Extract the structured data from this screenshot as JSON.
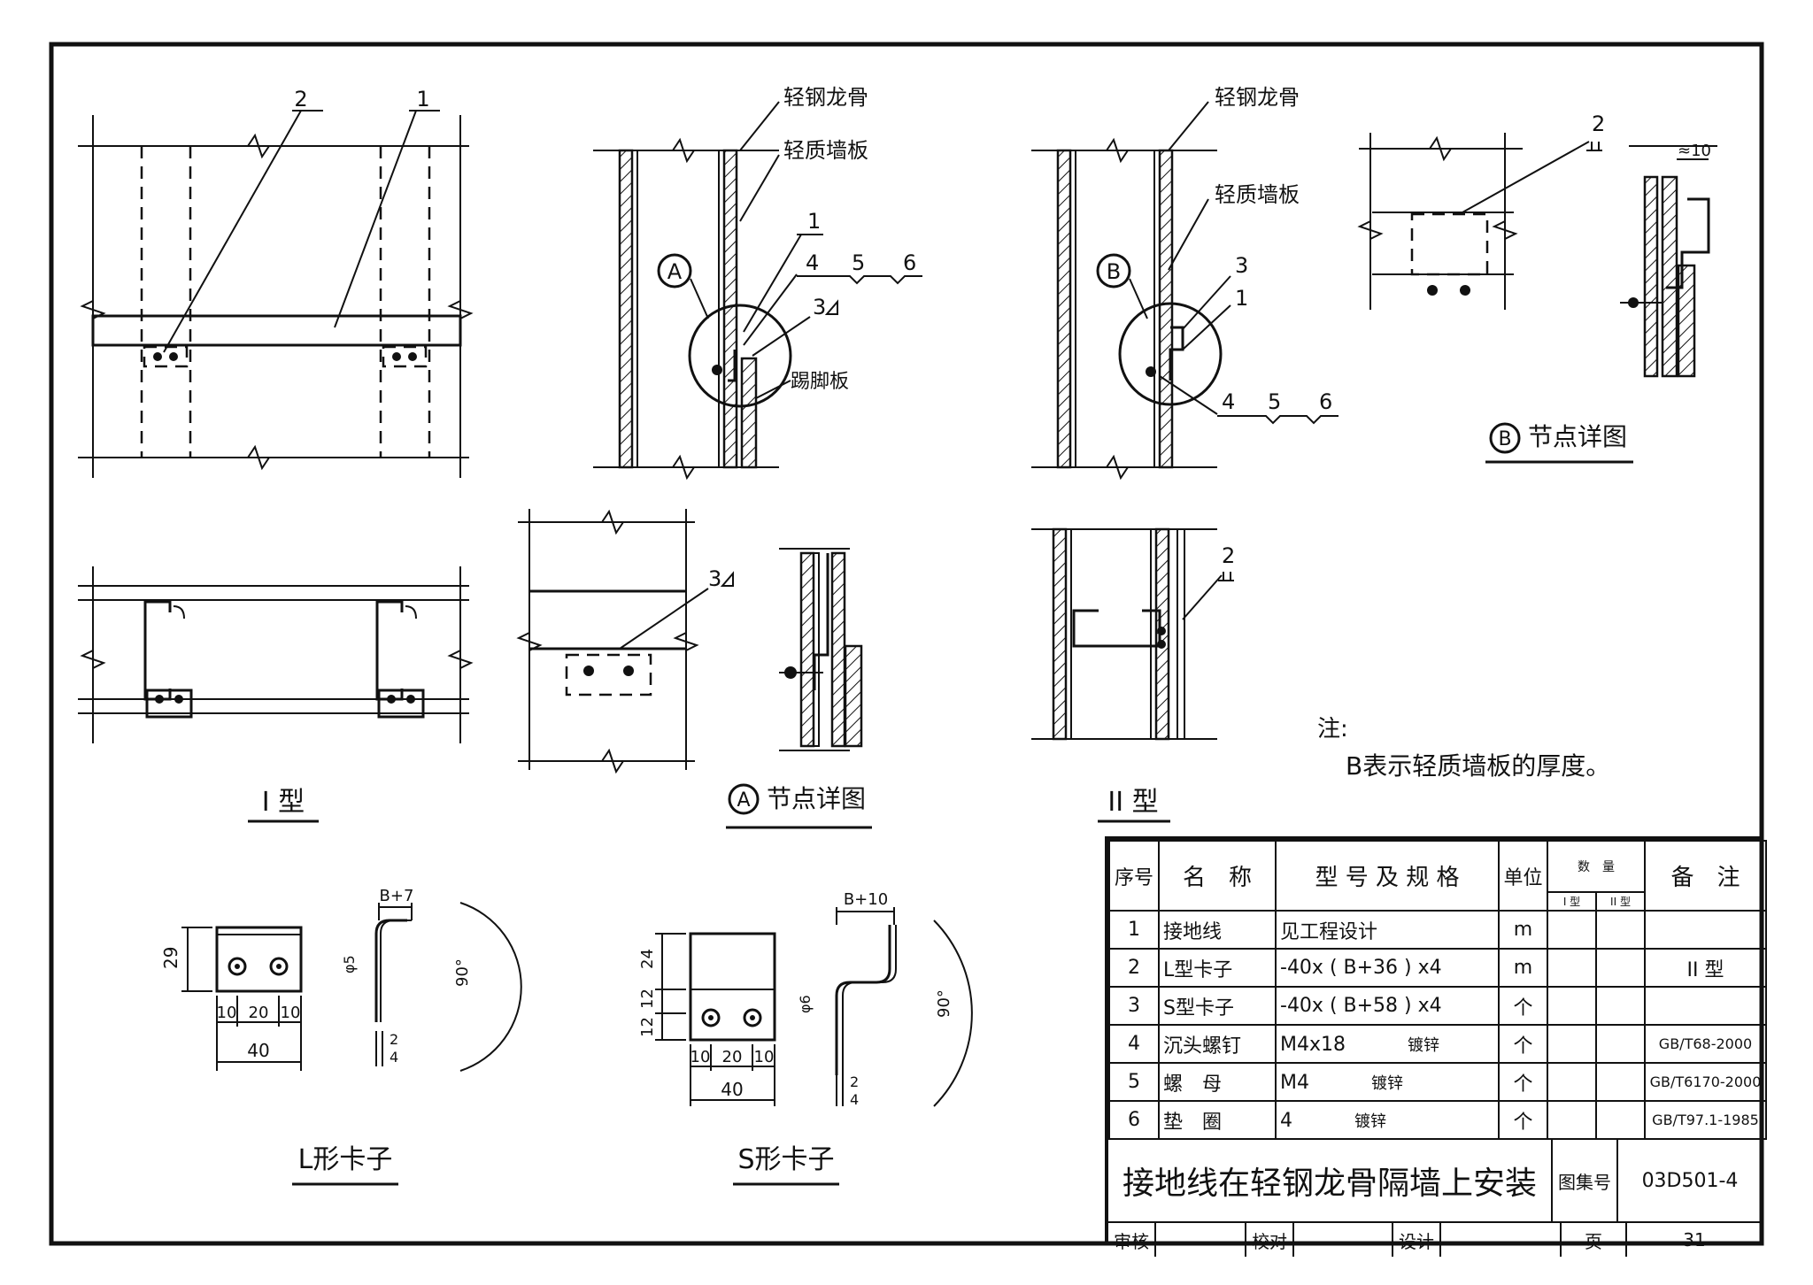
{
  "labels": {
    "steel_keel": "轻钢龙骨",
    "light_board": "轻质墙板",
    "skirting": "踢脚板",
    "detail_a_letter": "A",
    "detail_b_letter": "B",
    "detail_suffix": "节点详图",
    "type_1": "I 型",
    "type_2": "II 型",
    "l_clip": "L形卡子",
    "s_clip": "S形卡子",
    "note_head": "注:",
    "note_text": "B表示轻质墙板的厚度。",
    "leader_1": "1",
    "leader_2": "2",
    "leader_3": "3",
    "leader_4": "4",
    "leader_5": "5",
    "leader_6": "6",
    "weld_3": "3",
    "approx_10": "≈10"
  },
  "dimensions": {
    "l_b7": "B+7",
    "l_29": "29",
    "l_phi5": "φ5",
    "l_90deg": "90°",
    "d_10": "10",
    "d_20": "20",
    "d_40": "40",
    "d_2": "2",
    "d_4": "4",
    "s_b10": "B+10",
    "s_24": "24",
    "s_12": "12",
    "s_phi6": "φ6"
  },
  "table": {
    "headers": {
      "no": "序号",
      "name": "名　称",
      "spec": "型 号 及 规 格",
      "unit": "单位",
      "qty": "数　量",
      "qty_1": "I 型",
      "qty_2": "II 型",
      "remark": "备　注"
    },
    "rows": [
      {
        "no": "1",
        "name": "接地线",
        "spec": "见工程设计",
        "grade": "",
        "unit": "m",
        "remark": ""
      },
      {
        "no": "2",
        "name": "L型卡子",
        "spec": "-40x ( B+36 ) x4",
        "grade": "",
        "unit": "m",
        "remark": "II 型"
      },
      {
        "no": "3",
        "name": "S型卡子",
        "spec": "-40x ( B+58 ) x4",
        "grade": "",
        "unit": "个",
        "remark": ""
      },
      {
        "no": "4",
        "name": "沉头螺钉",
        "spec": "M4x18",
        "grade": "镀锌",
        "unit": "个",
        "remark": "GB/T68-2000"
      },
      {
        "no": "5",
        "name": "螺　母",
        "spec": "M4",
        "grade": "镀锌",
        "unit": "个",
        "remark": "GB/T6170-2000"
      },
      {
        "no": "6",
        "name": "垫　圈",
        "spec": "4",
        "grade": "镀锌",
        "unit": "个",
        "remark": "GB/T97.1-1985"
      }
    ]
  },
  "title_block": {
    "title": "接地线在轻钢龙骨隔墙上安装",
    "atlas_label": "图集号",
    "atlas_no": "03D501-4",
    "review": "审核",
    "check": "校对",
    "design": "设计",
    "page_label": "页",
    "page_no": "31"
  }
}
